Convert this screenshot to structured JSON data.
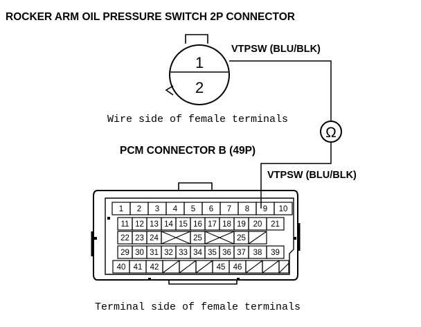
{
  "titles": {
    "rocker": "ROCKER ARM OIL PRESSURE SWITCH 2P CONNECTOR",
    "pcm": "PCM CONNECTOR B (49P)"
  },
  "captions": {
    "wire_side": "Wire side of female terminals",
    "terminal_side": "Terminal side of female terminals"
  },
  "wires": {
    "top": "VTPSW (BLU/BLK)",
    "bottom": "VTPSW (BLU/BLK)"
  },
  "ohmmeter": {
    "symbol": "Ω",
    "icon": "ohmmeter-icon"
  },
  "switch_connector": {
    "pins": [
      "1",
      "2"
    ]
  },
  "pcm_connector": {
    "rows": [
      [
        "1",
        "2",
        "3",
        "4",
        "5",
        "6",
        "7",
        "8",
        "9",
        "10"
      ],
      [
        "11",
        "12",
        "13",
        "14",
        "15",
        "16",
        "17",
        "18",
        "19",
        "20",
        "21"
      ],
      [
        "22",
        "23",
        "24",
        "",
        "25",
        "",
        "25",
        ""
      ],
      [
        "29",
        "30",
        "31",
        "32",
        "33",
        "34",
        "35",
        "36",
        "37",
        "38",
        "39"
      ],
      [
        "40",
        "41",
        "42",
        "",
        "",
        "",
        "45",
        "46",
        "",
        "",
        ""
      ]
    ]
  }
}
